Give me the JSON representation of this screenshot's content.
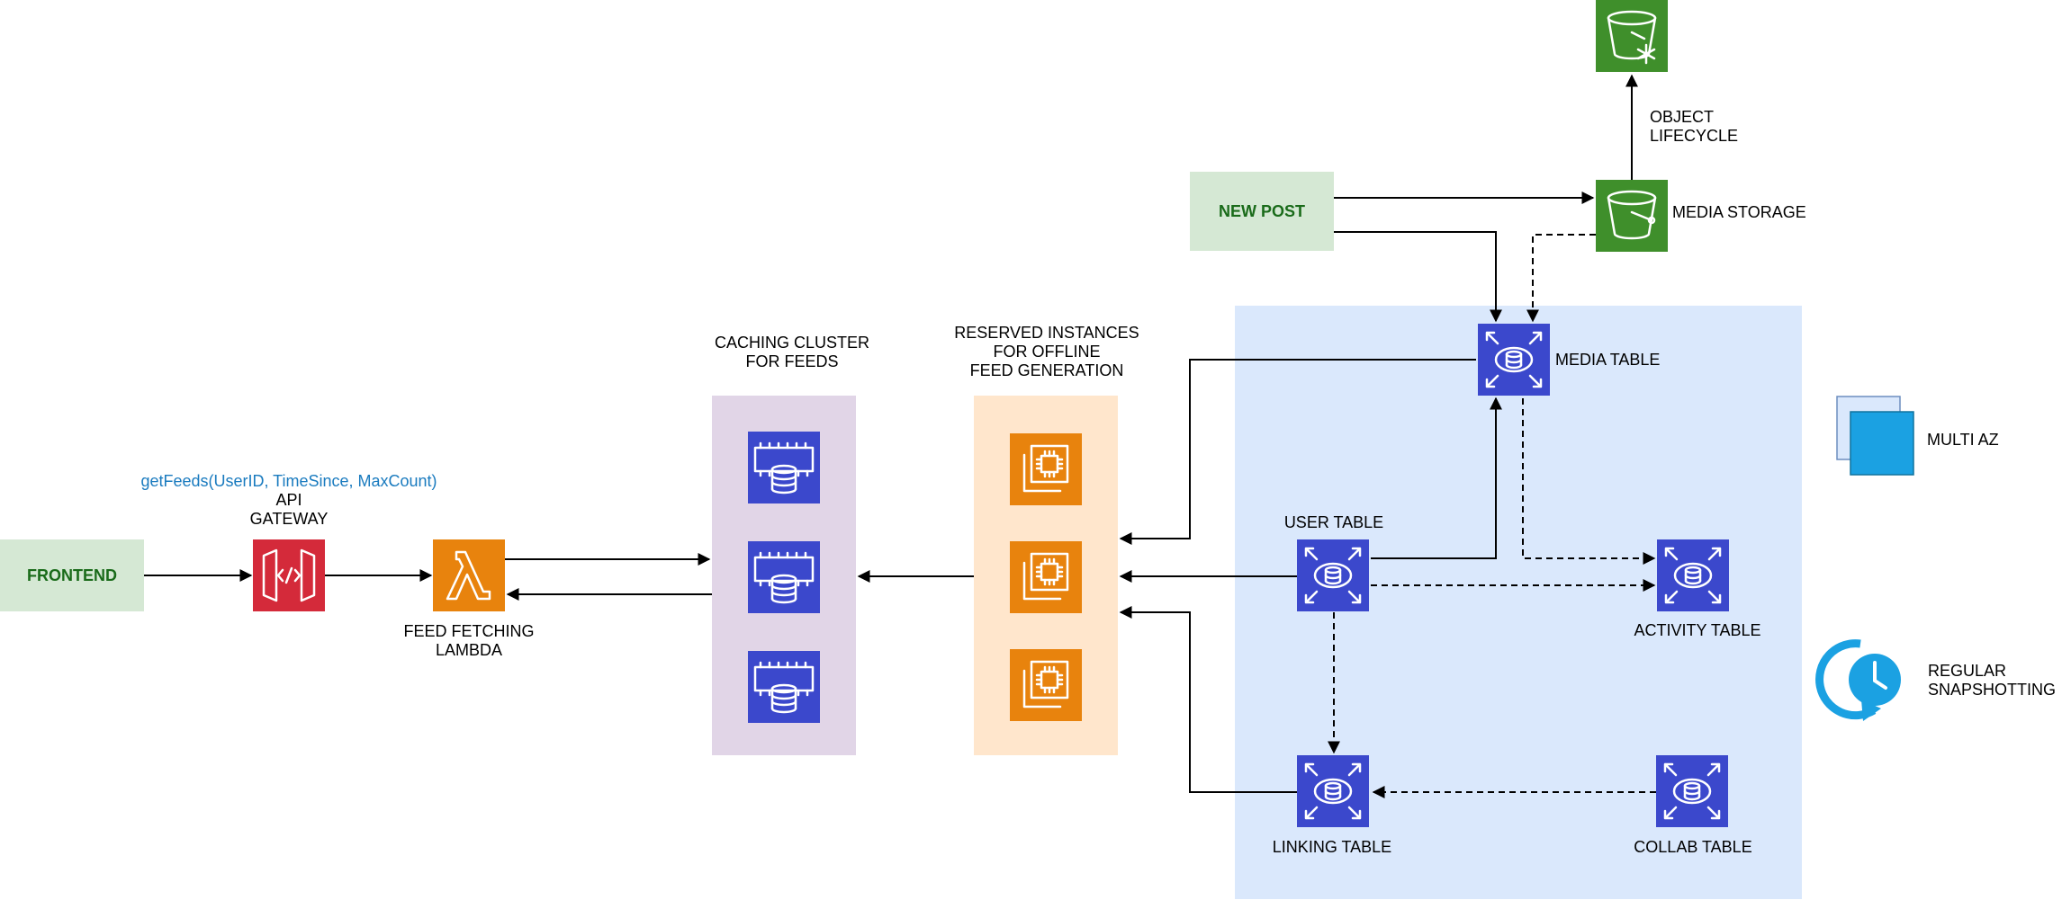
{
  "colors": {
    "rds": "#3b48cc",
    "ec2": "#e8830d",
    "lambda": "#e8830d",
    "s3": "#3f8f2b",
    "api": "#d42a3a",
    "frontend_bg": "#d5e8d4",
    "multi_az_bg": "#dae8fc",
    "cache_bg": "#e1d5e7",
    "reserved_bg": "#ffe6cc",
    "snapshot": "#1ba1e2"
  },
  "nodes": {
    "frontend": {
      "label": "FRONTEND",
      "icon": "box"
    },
    "api_gateway": {
      "label_line1": "API",
      "label_line2": "GATEWAY",
      "call": "getFeeds(UserID, TimeSince, MaxCount)",
      "icon": "api-gateway-icon"
    },
    "lambda": {
      "label_line1": "FEED FETCHING",
      "label_line2": "LAMBDA",
      "icon": "lambda-icon"
    },
    "cache": {
      "label_line1": "CACHING CLUSTER",
      "label_line2": "FOR FEEDS",
      "icon": "elasticache-icon"
    },
    "reserved": {
      "label_line1": "RESERVED INSTANCES",
      "label_line2": "FOR OFFLINE",
      "label_line3": "FEED GENERATION",
      "icon": "ec2-icon"
    },
    "new_post": {
      "label": "NEW POST"
    },
    "media_storage": {
      "label": "MEDIA STORAGE",
      "icon": "s3-bucket-icon"
    },
    "glacier": {
      "label_line1": "OBJECT",
      "label_line2": "LIFECYCLE",
      "icon": "s3-glacier-icon"
    },
    "media_table": {
      "label": "MEDIA TABLE",
      "icon": "rds-icon"
    },
    "user_table": {
      "label": "USER TABLE",
      "icon": "rds-icon"
    },
    "activity_table": {
      "label": "ACTIVITY TABLE",
      "icon": "rds-icon"
    },
    "linking_table": {
      "label": "LINKING TABLE",
      "icon": "rds-icon"
    },
    "collab_table": {
      "label": "COLLAB TABLE",
      "icon": "rds-icon"
    }
  },
  "legend": {
    "multi_az": {
      "label": "MULTI AZ",
      "icon": "stacked-squares-icon"
    },
    "snapshot": {
      "label_line1": "REGULAR",
      "label_line2": "SNAPSHOTTING",
      "icon": "clock-refresh-icon"
    }
  }
}
